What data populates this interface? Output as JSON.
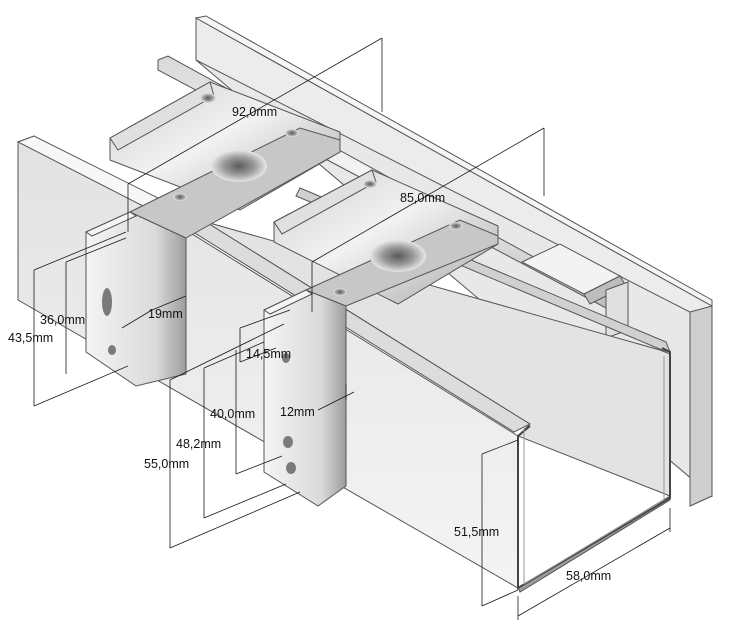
{
  "colors": {
    "background": "#ffffff",
    "metal_light": "#f0f0f0",
    "metal_mid": "#d2d2d2",
    "metal_dark": "#a9a9a9",
    "panel": "#e9e9e9",
    "line": "#1a1a1a"
  },
  "dimensions": {
    "d92": "92,0mm",
    "d85": "85,0mm",
    "d19": "19mm",
    "d36": "36,0mm",
    "d43": "43,5mm",
    "d14": "14,5mm",
    "d12": "12mm",
    "d40": "40,0mm",
    "d48": "48,2mm",
    "d55": "55,0mm",
    "d51": "51,5mm",
    "d58": "58,0mm"
  }
}
